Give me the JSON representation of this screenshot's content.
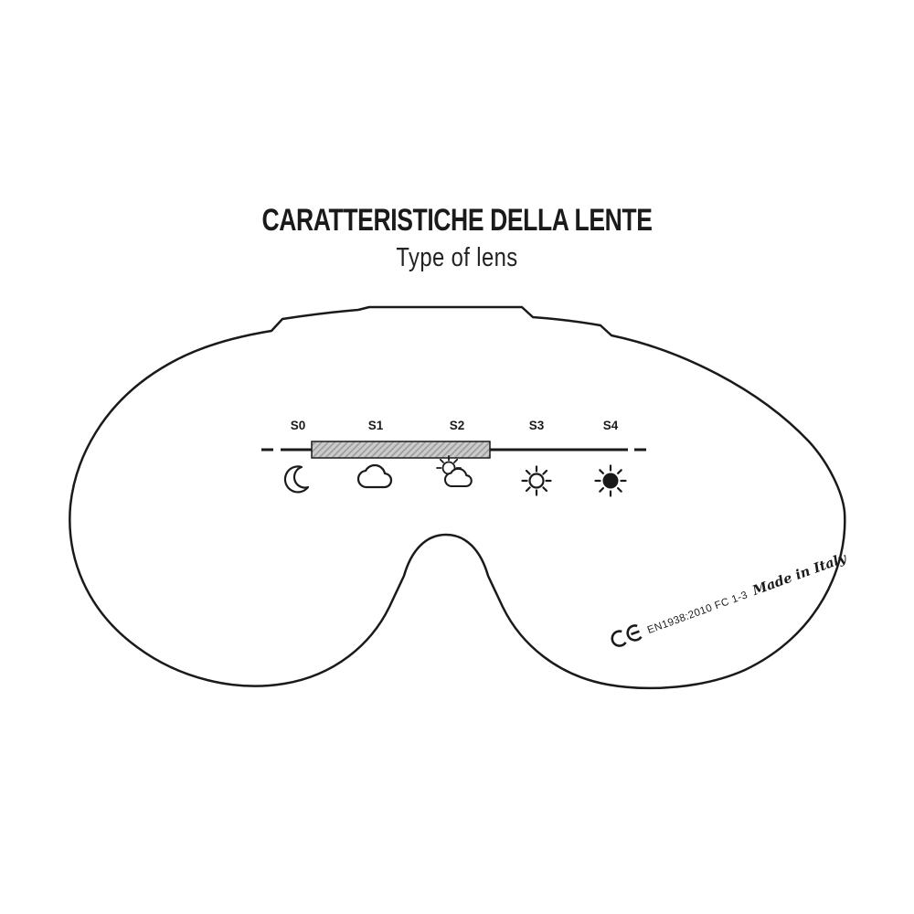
{
  "header": {
    "title": "CARATTERISTICHE DELLA LENTE",
    "subtitle": "Type of lens"
  },
  "lens_scale": {
    "labels": [
      "S0",
      "S1",
      "S2",
      "S3",
      "S4"
    ],
    "icons": [
      "moon-icon",
      "cloud-icon",
      "sun-behind-cloud-icon",
      "sun-outline-icon",
      "sun-filled-icon"
    ]
  },
  "certification": {
    "ce_mark": "CE",
    "standard": "EN1938:2010 FC 1-3",
    "origin": "Made in Italy"
  },
  "colors": {
    "ink": "#1a1a1a",
    "bar_fill": "#cbcbcb",
    "bar_hatch": "#9a9a9a",
    "background": "#ffffff"
  }
}
